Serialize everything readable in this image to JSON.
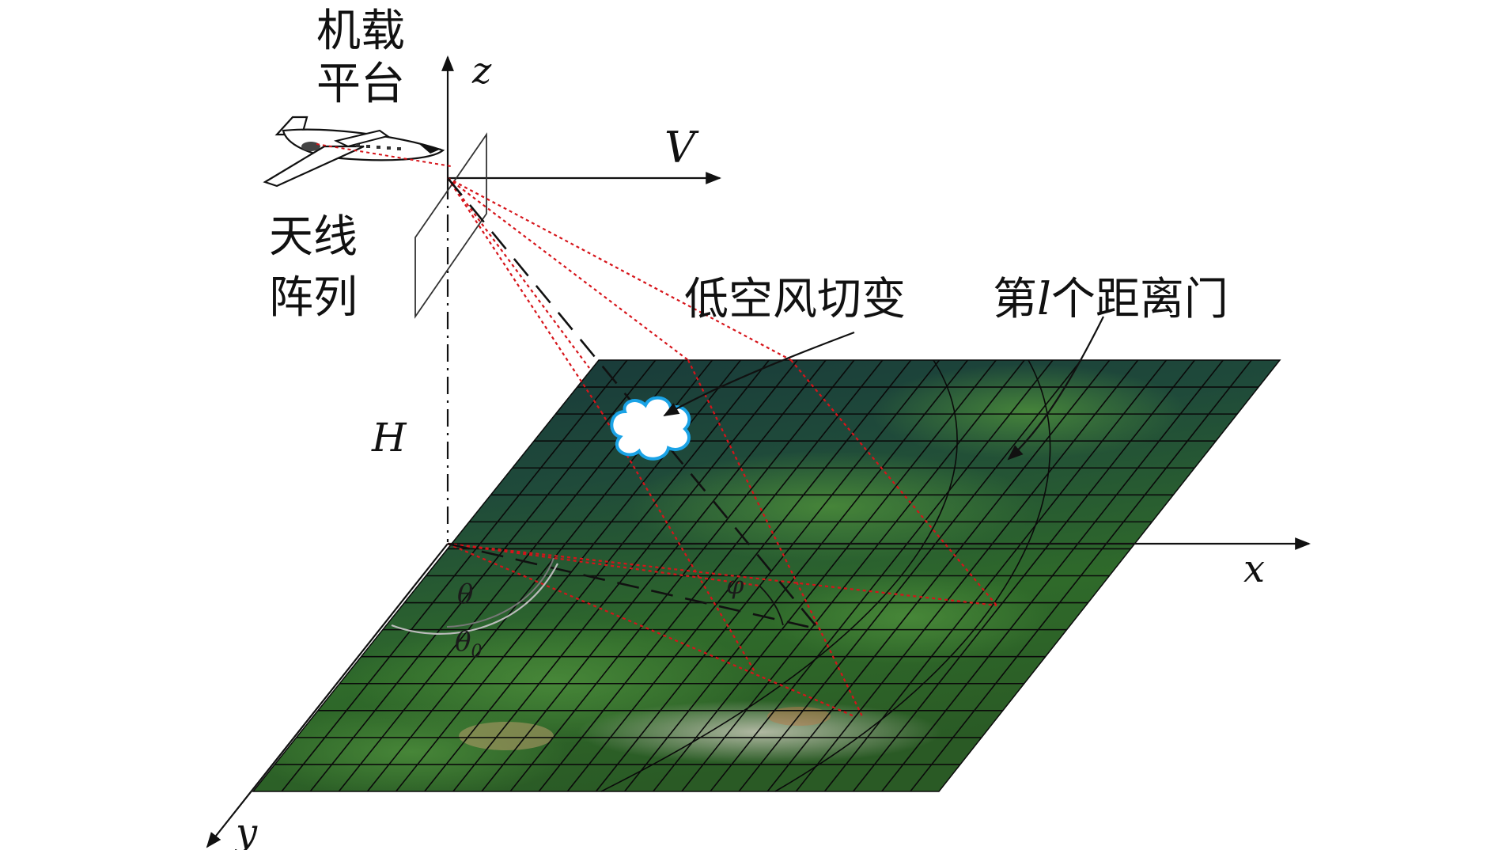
{
  "labels": {
    "platform_line1": "机载",
    "platform_line2": "平台",
    "antenna_line1": "天线",
    "antenna_line2": "阵列",
    "wind_shear": "低空风切变",
    "range_gate_prefix": "第",
    "range_gate_var": "l",
    "range_gate_suffix": "个距离门",
    "axis_z": "z",
    "axis_x": "x",
    "axis_y": "y",
    "velocity": "V",
    "height": "H",
    "angle_theta": "θ",
    "angle_theta0": "θ",
    "angle_theta0_sub": "0",
    "angle_phi": "φ"
  },
  "colors": {
    "beam": "#d6141a",
    "terrain_dark": "#17363a",
    "terrain_green": "#2f6a2a",
    "grid_line": "#0a0a0a",
    "cloud_outline": "#1aa3e6"
  },
  "icons": {
    "aircraft": "airplane-icon",
    "cloud": "cloud-icon"
  },
  "grid": {
    "rows": 16,
    "cols": 24
  }
}
